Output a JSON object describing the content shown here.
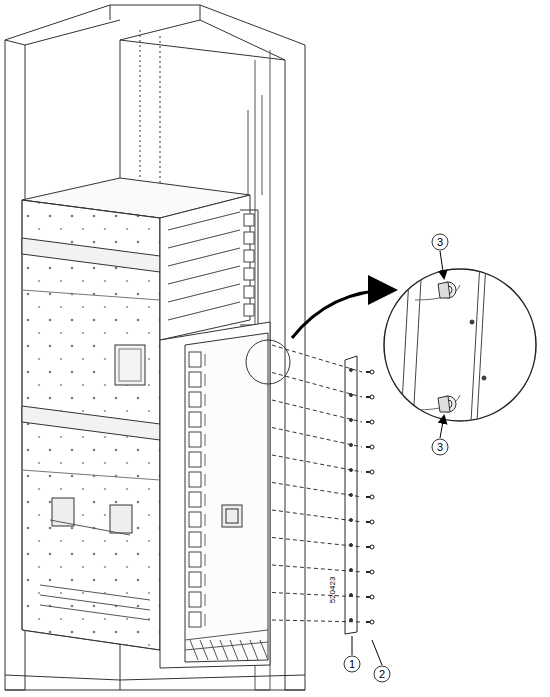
{
  "diagram": {
    "labels": [
      "3",
      "3",
      "520423",
      "1",
      "2"
    ]
  }
}
